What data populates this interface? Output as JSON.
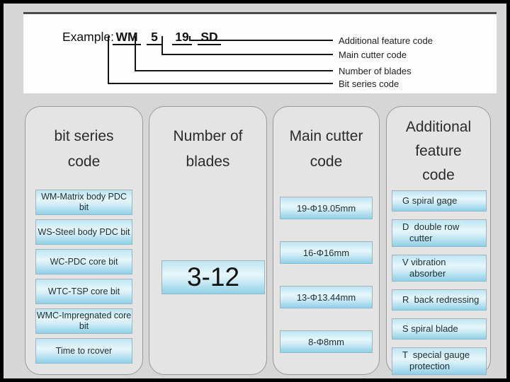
{
  "example": {
    "prefix": "Example:",
    "codes": {
      "series": "WM",
      "blades": "5",
      "cutter": "19",
      "feature": "SD"
    },
    "labels": {
      "additional_feature": "Additional feature code",
      "main_cutter": "Main cutter code",
      "number_of_blades": "Number of  blades",
      "bit_series": "Bit series code"
    }
  },
  "columns": [
    {
      "title": "bit series code",
      "items": [
        "WM-Matrix body PDC bit",
        "WS-Steel body PDC bit",
        "WC-PDC core bit",
        "WTC-TSP core bit",
        "WMC-Impregnated core bit",
        "Time to rcover"
      ]
    },
    {
      "title": "Number of blades",
      "items": [
        "3-12"
      ]
    },
    {
      "title": "Main cutter code",
      "items": [
        "19-Φ19.05mm",
        "16-Φ16mm",
        "13-Φ13.44mm",
        "8-Φ8mm"
      ]
    },
    {
      "title": "Additional feature code",
      "items": [
        "G spiral gage",
        "D  double row cutter",
        "V vibration absorber",
        "R  back redressing",
        "S spiral blade",
        "T  special gauge protection"
      ]
    }
  ],
  "colors": {
    "background": "#d6d6d6",
    "frame_border": "#000000",
    "panel_white": "#fefefe",
    "column_fill": "#e4e4e4",
    "column_border": "#999999",
    "chip_gradient_top": "#bde5f2",
    "chip_gradient_mid": "#e7f6fb",
    "chip_gradient_bottom": "#8fd0e8",
    "chip_border": "#9fb4bd",
    "line_color": "#141414"
  }
}
